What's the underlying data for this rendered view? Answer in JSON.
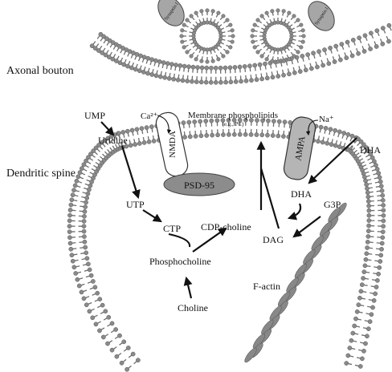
{
  "labels": {
    "axonal_bouton": "Axonal bouton",
    "dendritic_spine": "Dendritic spine",
    "membrane_phospholipids": "Membrane phospholipids",
    "eg_pc": "(e.g., PC)",
    "ump": "UMP",
    "uridine": "Uridine",
    "utp": "UTP",
    "ctp": "CTP",
    "cdp_choline": "CDP-choline",
    "phosphocholine": "Phosphocholine",
    "choline": "Choline",
    "dha_top": "DHA",
    "dha_inner": "DHA",
    "g3p": "G3P",
    "dag": "DAG",
    "f_actin": "F-actin",
    "ca": "Ca²⁺",
    "na": "Na⁺",
    "nmda": "NMDA",
    "ampa": "AMPA",
    "psd95": "PSD-95",
    "synapsin_left": "Synapsin I",
    "synapsin_right": "Synapsin I"
  },
  "colors": {
    "lipid_head": "#8a8a8a",
    "lipid_tail": "#6e6e6e",
    "psd95_fill": "#8c8c8c",
    "ampa_fill": "#b5b5b5",
    "nmda_fill": "#ffffff",
    "synapsin_fill": "#a6a6a6",
    "actin_fill": "#888888",
    "text": "#111111"
  }
}
